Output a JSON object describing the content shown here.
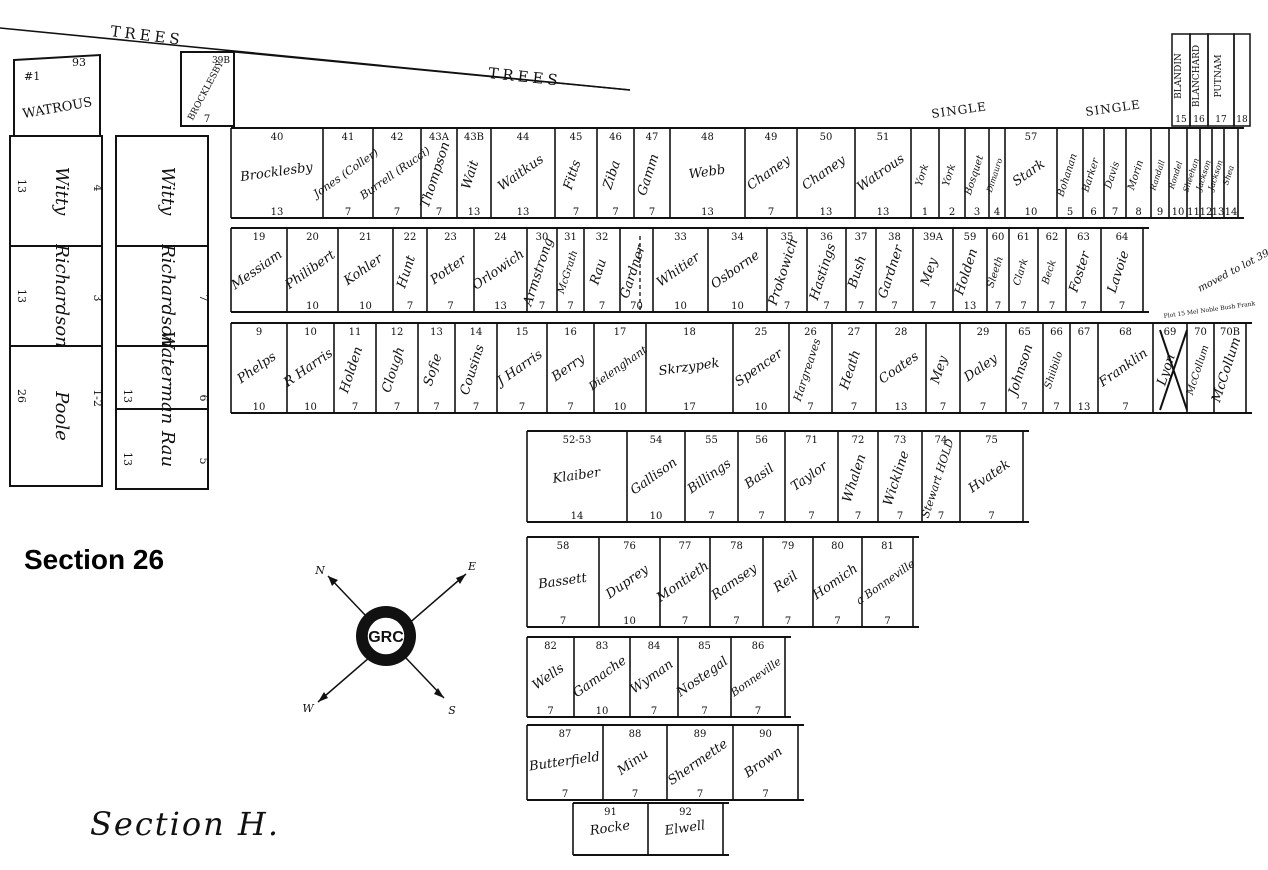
{
  "map": {
    "title": "Section 26",
    "subtitle": "Section H.",
    "trees_labels": [
      "TREES",
      "TREES"
    ],
    "single_labels": [
      "SINGLE",
      "SINGLE"
    ],
    "compass": {
      "logo": "GRC",
      "directions": [
        "N",
        "E",
        "W",
        "S"
      ]
    },
    "rows": [
      {
        "id": "row-1",
        "plots": [
          {
            "num": "40",
            "name": "Brocklesby",
            "size": "13"
          },
          {
            "num": "41",
            "name": "Jones (Coller)",
            "size": "7"
          },
          {
            "num": "42",
            "name": "Burrell (Rucci)",
            "size": "7"
          },
          {
            "num": "43A",
            "name": "Thompson",
            "size": "7"
          },
          {
            "num": "43B",
            "name": "Wait",
            "size": "13"
          },
          {
            "num": "44",
            "name": "Waitkus",
            "size": "13"
          },
          {
            "num": "45",
            "name": "Fitts",
            "size": "7"
          },
          {
            "num": "46",
            "name": "Ziba",
            "size": "7"
          },
          {
            "num": "47",
            "name": "Gamm",
            "size": "7"
          },
          {
            "num": "48",
            "name": "Webb",
            "size": "13"
          },
          {
            "num": "49",
            "name": "Chaney",
            "size": "7"
          },
          {
            "num": "50",
            "name": "Chaney",
            "size": "13"
          },
          {
            "num": "51",
            "name": "Watrous",
            "size": "13"
          },
          {
            "num": "",
            "name": "York",
            "size": "1"
          },
          {
            "num": "",
            "name": "York",
            "size": "2"
          },
          {
            "num": "",
            "name": "Bosquet",
            "size": "3"
          },
          {
            "num": "",
            "name": "Dimauro",
            "size": "4"
          },
          {
            "num": "57",
            "name": "Stark",
            "size": "10"
          },
          {
            "num": "",
            "name": "Bohanan",
            "size": "5"
          },
          {
            "num": "",
            "name": "Barker",
            "size": "6"
          },
          {
            "num": "",
            "name": "Davis",
            "size": "7"
          },
          {
            "num": "",
            "name": "Morin",
            "size": "8"
          },
          {
            "num": "",
            "name": "Randall",
            "size": "9"
          },
          {
            "num": "",
            "name": "Rondel",
            "size": "10"
          },
          {
            "num": "",
            "name": "Sheehan",
            "size": "11"
          },
          {
            "num": "",
            "name": "Jackson",
            "size": "12"
          },
          {
            "num": "",
            "name": "Jackson",
            "size": "13"
          },
          {
            "num": "",
            "name": "Shea",
            "size": "14"
          }
        ]
      },
      {
        "id": "row-2",
        "plots": [
          {
            "num": "19",
            "name": "Messiam",
            "size": ""
          },
          {
            "num": "20",
            "name": "Philibert",
            "size": "10"
          },
          {
            "num": "21",
            "name": "Kohler",
            "size": "10"
          },
          {
            "num": "22",
            "name": "Hunt",
            "size": "7"
          },
          {
            "num": "23",
            "name": "Potter",
            "size": "7"
          },
          {
            "num": "24",
            "name": "Orlowich",
            "size": "13"
          },
          {
            "num": "30",
            "name": "Armstrong",
            "size": "7"
          },
          {
            "num": "31",
            "name": "McGrath",
            "size": "7"
          },
          {
            "num": "32",
            "name": "Rau",
            "size": "7"
          },
          {
            "num": "",
            "name": "Gardner",
            "size": "70"
          },
          {
            "num": "33",
            "name": "Whitier",
            "size": "10"
          },
          {
            "num": "34",
            "name": "Osborne",
            "size": "10"
          },
          {
            "num": "35",
            "name": "Prokowich",
            "size": "7"
          },
          {
            "num": "36",
            "name": "Hastings",
            "size": "7"
          },
          {
            "num": "37",
            "name": "Bush",
            "size": "7"
          },
          {
            "num": "38",
            "name": "Gardner",
            "size": "7"
          },
          {
            "num": "39A",
            "name": "Mey",
            "size": "7"
          },
          {
            "num": "59",
            "name": "Holden",
            "size": "13"
          },
          {
            "num": "60",
            "name": "Sleeth",
            "size": "7"
          },
          {
            "num": "61",
            "name": "Clark",
            "size": "7"
          },
          {
            "num": "62",
            "name": "Beck",
            "size": "7"
          },
          {
            "num": "63",
            "name": "Foster",
            "size": "7"
          },
          {
            "num": "64",
            "name": "Lavoie",
            "size": "7"
          }
        ]
      },
      {
        "id": "row-3",
        "plots": [
          {
            "num": "9",
            "name": "Phelps",
            "size": "10"
          },
          {
            "num": "10",
            "name": "R Harris",
            "size": "10"
          },
          {
            "num": "11",
            "name": "Holden",
            "size": "7"
          },
          {
            "num": "12",
            "name": "Clough",
            "size": "7"
          },
          {
            "num": "13",
            "name": "Sofie",
            "size": "7"
          },
          {
            "num": "14",
            "name": "Cousins",
            "size": "7"
          },
          {
            "num": "15",
            "name": "J Harris",
            "size": "7"
          },
          {
            "num": "16",
            "name": "Berry",
            "size": "7"
          },
          {
            "num": "17",
            "name": "Dielenghant",
            "size": "10"
          },
          {
            "num": "18",
            "name": "Skrzypek",
            "size": "17"
          },
          {
            "num": "25",
            "name": "Spencer",
            "size": "10"
          },
          {
            "num": "26",
            "name": "Hargreaves",
            "size": "7"
          },
          {
            "num": "27",
            "name": "Heath",
            "size": "7"
          },
          {
            "num": "28",
            "name": "Coates",
            "size": "13"
          },
          {
            "num": "",
            "name": "Mey",
            "size": "7"
          },
          {
            "num": "29",
            "name": "Daley",
            "size": "7"
          },
          {
            "num": "65",
            "name": "Johnson",
            "size": "7"
          },
          {
            "num": "66",
            "name": "Shiibilo",
            "size": "7"
          },
          {
            "num": "67",
            "name": "",
            "size": "13"
          },
          {
            "num": "68",
            "name": "Franklin",
            "size": "7"
          },
          {
            "num": "69",
            "name": "Lyon",
            "size": ""
          },
          {
            "num": "70",
            "name": "McCollum",
            "size": ""
          },
          {
            "num": "70B",
            "name": "McCollum",
            "size": ""
          }
        ]
      },
      {
        "id": "row-4",
        "plots": [
          {
            "num": "52-53",
            "name": "Klaiber",
            "size": "14"
          },
          {
            "num": "54",
            "name": "Gallison",
            "size": "10"
          },
          {
            "num": "55",
            "name": "Billings",
            "size": "7"
          },
          {
            "num": "56",
            "name": "Basil",
            "size": "7"
          },
          {
            "num": "71",
            "name": "Taylor",
            "size": "7"
          },
          {
            "num": "72",
            "name": "Whalen",
            "size": "7"
          },
          {
            "num": "73",
            "name": "Wickline",
            "size": "7"
          },
          {
            "num": "74",
            "name": "Stewart HOLD",
            "size": "7"
          },
          {
            "num": "75",
            "name": "Hvatek",
            "size": "7"
          }
        ]
      },
      {
        "id": "row-5",
        "plots": [
          {
            "num": "58",
            "name": "Bassett",
            "size": "7"
          },
          {
            "num": "76",
            "name": "Duprey",
            "size": "10"
          },
          {
            "num": "77",
            "name": "Montieth",
            "size": "7"
          },
          {
            "num": "78",
            "name": "Ramsey",
            "size": "7"
          },
          {
            "num": "79",
            "name": "Reil",
            "size": "7"
          },
          {
            "num": "80",
            "name": "Homich",
            "size": "7"
          },
          {
            "num": "81",
            "name": "a Bonneville",
            "size": "7"
          }
        ]
      },
      {
        "id": "row-6",
        "plots": [
          {
            "num": "82",
            "name": "Wells",
            "size": "7"
          },
          {
            "num": "83",
            "name": "Gamache",
            "size": "10"
          },
          {
            "num": "84",
            "name": "Wyman",
            "size": "7"
          },
          {
            "num": "85",
            "name": "Nostegal",
            "size": "7"
          },
          {
            "num": "86",
            "name": "Bonneville",
            "size": "7"
          }
        ]
      },
      {
        "id": "row-7",
        "plots": [
          {
            "num": "87",
            "name": "Butterfield",
            "size": "7"
          },
          {
            "num": "88",
            "name": "Minu",
            "size": "7"
          },
          {
            "num": "89",
            "name": "Shermette",
            "size": "7"
          },
          {
            "num": "90",
            "name": "Brown",
            "size": "7"
          }
        ]
      },
      {
        "id": "row-8",
        "plots": [
          {
            "num": "91",
            "name": "Rocke",
            "size": ""
          },
          {
            "num": "92",
            "name": "Elwell",
            "size": ""
          }
        ]
      }
    ],
    "left_block": [
      {
        "num": "93",
        "name": "Watrous",
        "size": "#1"
      },
      {
        "num": "4",
        "name": "Witty",
        "size": "13"
      },
      {
        "num": "3",
        "name": "Richardson",
        "size": "13"
      },
      {
        "num": "1-2",
        "name": "Poole",
        "size": "26"
      }
    ],
    "middle_block": [
      {
        "num": "",
        "name": "Witty",
        "size": ""
      },
      {
        "num": "7",
        "name": "Richardson",
        "size": ""
      },
      {
        "num": "6",
        "name": "Waterman",
        "size": "13"
      },
      {
        "num": "5",
        "name": "Rau",
        "size": "13"
      }
    ],
    "top_plot": {
      "num": "39B",
      "name": "Brocklesby",
      "size": "7"
    },
    "top_right": [
      {
        "num": "15",
        "name": "Blandin"
      },
      {
        "num": "16",
        "name": "Blanchard"
      },
      {
        "num": "17",
        "name": "Putnam"
      },
      {
        "num": "18",
        "name": ""
      }
    ],
    "notes": [
      "Plot 15 Mel Noble Bush Frank",
      "moved to lot 39"
    ]
  }
}
